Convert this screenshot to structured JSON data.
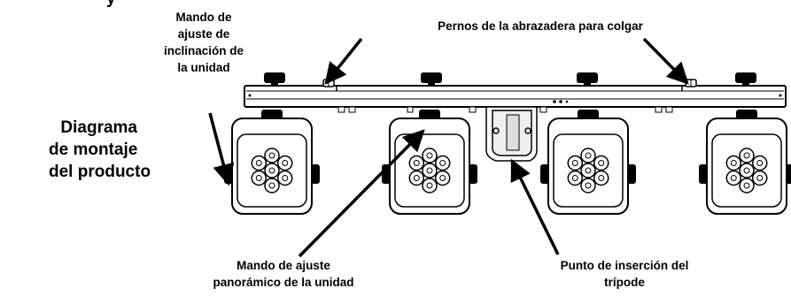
{
  "title": {
    "clipped_top": "y",
    "lines": [
      "Diagrama",
      "de montaje",
      "del producto"
    ]
  },
  "callouts": {
    "tilt_knob": [
      "Mando de",
      "ajuste de",
      "inclinación de",
      "la unidad"
    ],
    "hanging_bolts": [
      "Pernos de la abrazadera para colgar"
    ],
    "pan_knob": [
      "Mando de ajuste",
      "panorámico de la unidad"
    ],
    "tripod_insertion": [
      "Punto de inserción del",
      "trípode"
    ]
  },
  "colors": {
    "line": "#000000",
    "fill": "#ffffff",
    "hatch": "#999999"
  }
}
